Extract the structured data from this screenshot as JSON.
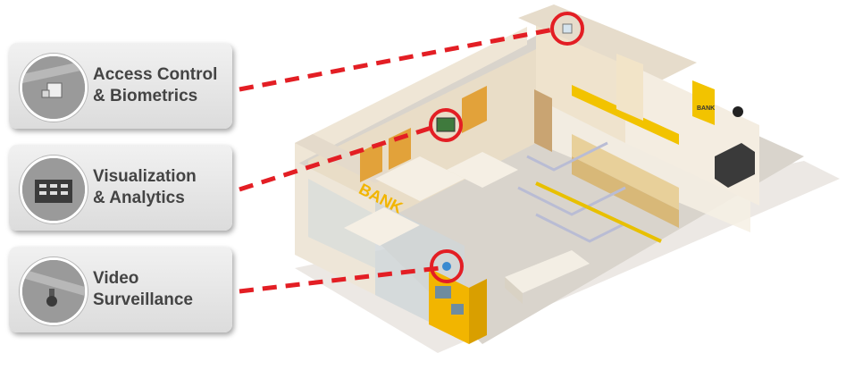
{
  "features": [
    {
      "line1": "Access Control",
      "line2": "& Biometrics",
      "icon": "fingerprint-scanner-icon"
    },
    {
      "line1": "Visualization",
      "line2": "& Analytics",
      "icon": "analytics-monitor-icon"
    },
    {
      "line1": "Video",
      "line2": "Surveillance",
      "icon": "security-camera-icon"
    }
  ],
  "scene": {
    "bank_sign": "BANK",
    "small_sign": "BANK"
  },
  "colors": {
    "accent_red": "#e31e24",
    "bank_yellow": "#f2b500",
    "wall": "#efe6d6",
    "floor": "#d9d4cc"
  }
}
